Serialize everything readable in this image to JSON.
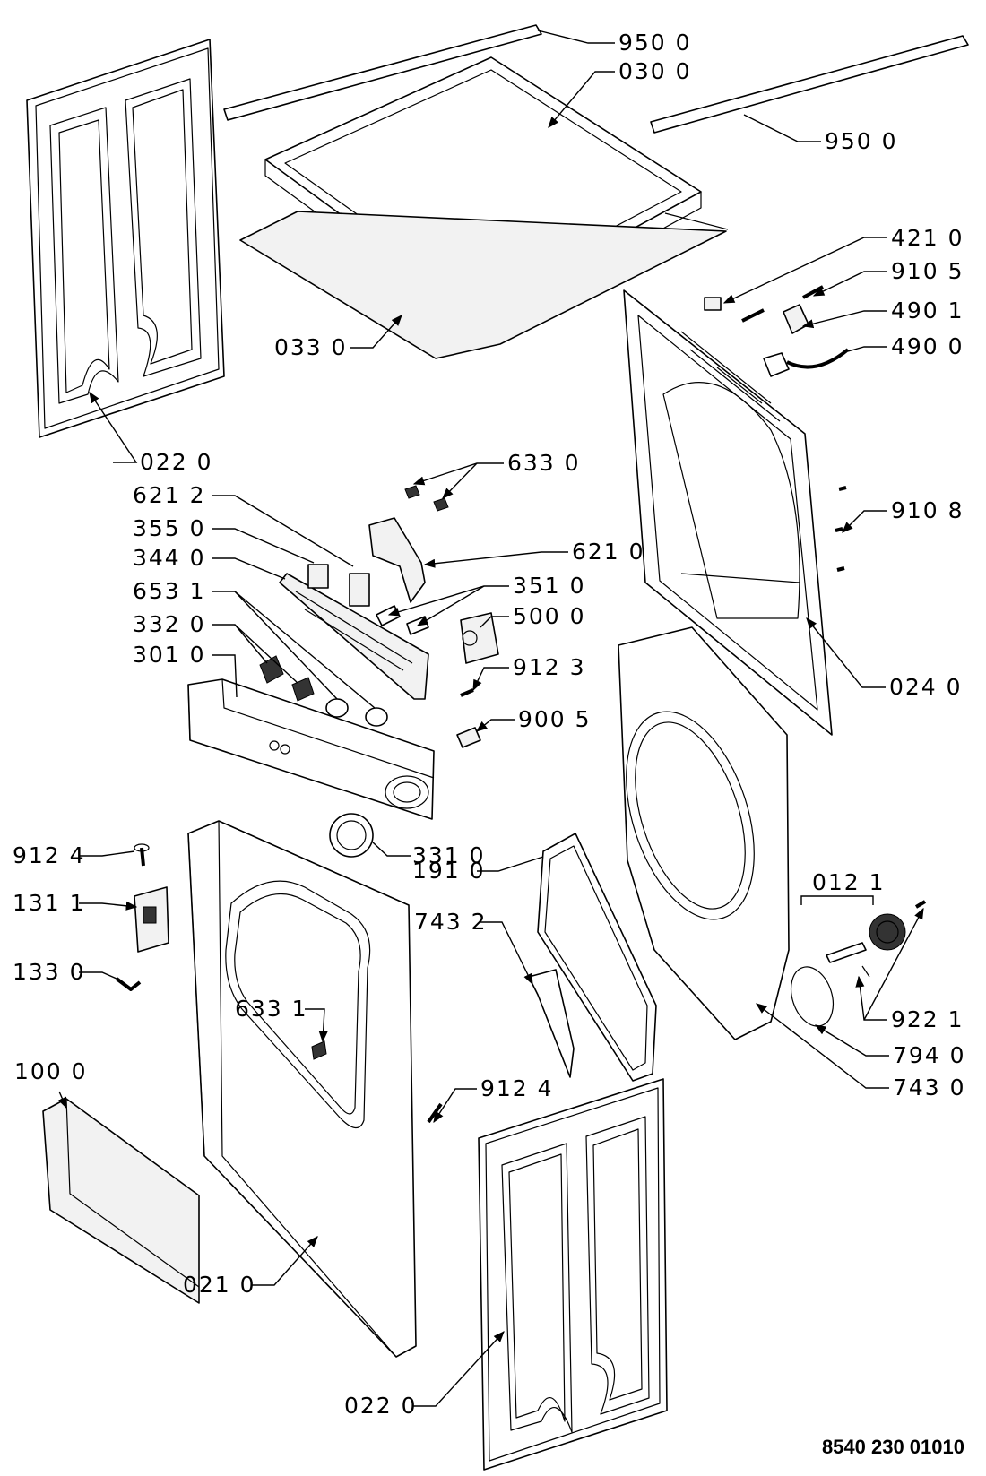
{
  "document_number": "8540 230 01010",
  "labels": {
    "950_0_top": "950 0",
    "030_0": "030 0",
    "950_0_right": "950 0",
    "421_0": "421 0",
    "910_5": "910 5",
    "490_1": "490 1",
    "490_0": "490 0",
    "033_0": "033 0",
    "022_0_left": "022 0",
    "633_0": "633 0",
    "621_2": "621 2",
    "910_8": "910 8",
    "355_0": "355 0",
    "621_0": "621 0",
    "344_0": "344 0",
    "351_0": "351 0",
    "653_1": "653 1",
    "500_0": "500 0",
    "332_0": "332 0",
    "301_0": "301 0",
    "912_3": "912 3",
    "024_0": "024 0",
    "900_5": "900 5",
    "912_4_left": "912 4",
    "331_0": "331 0",
    "191_0": "191 0",
    "012_1": "012 1",
    "131_1": "131 1",
    "743_2": "743 2",
    "133_0": "133 0",
    "922_1": "922 1",
    "633_1": "633 1",
    "794_0": "794 0",
    "100_0": "100 0",
    "912_4_mid": "912 4",
    "743_0": "743 0",
    "021_0": "021 0",
    "022_0_bottom": "022 0"
  }
}
